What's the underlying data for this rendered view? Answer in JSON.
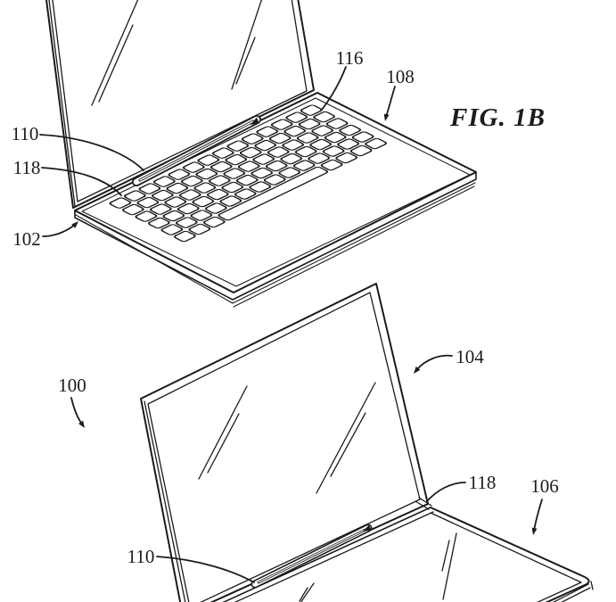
{
  "page": {
    "background_color": "#ffffff",
    "line_color": "#1b1b1b"
  },
  "figures": {
    "fig_1b": {
      "caption": "FIG. 1B",
      "callouts": {
        "c110": "110",
        "c118": "118",
        "c102": "102",
        "c116": "116",
        "c108": "108"
      }
    },
    "fig_1a": {
      "callouts": {
        "c100": "100",
        "c104": "104",
        "c118": "118",
        "c106": "106",
        "c110": "110"
      }
    }
  }
}
